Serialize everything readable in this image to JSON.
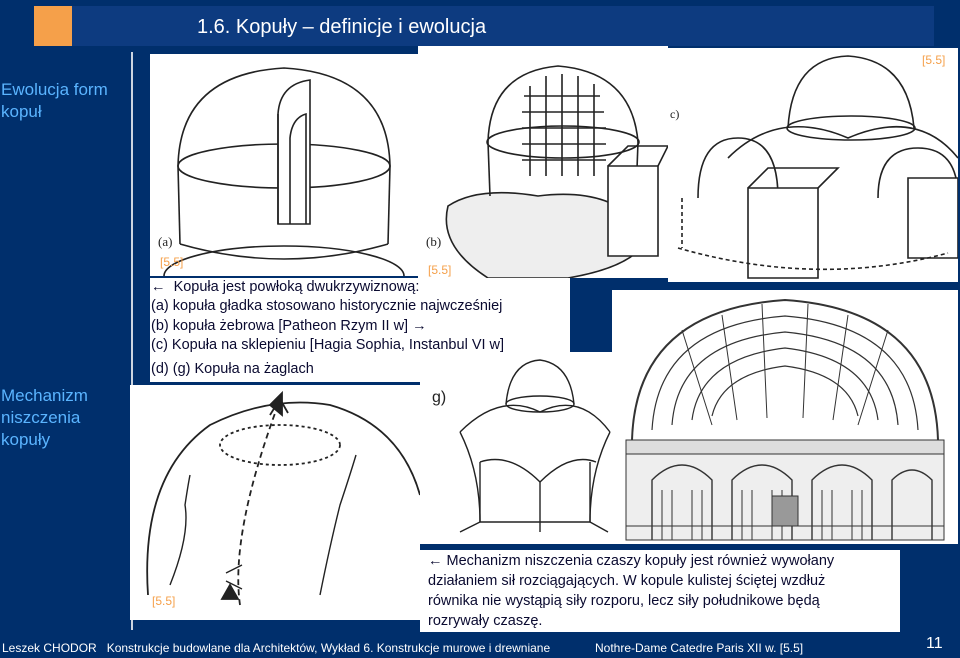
{
  "slide": {
    "title": "1.6. Kopuły – definicje i ewolucja",
    "sidebar": {
      "top_label_line1": "Ewolucja form",
      "top_label_line2": "kopuł",
      "mid_label_line1": "Mechanizm",
      "mid_label_line2": "niszczenia",
      "mid_label_line3": "kopuły"
    },
    "figures": {
      "a_label": "(a)",
      "b_label": "(b)",
      "c_label": "c)",
      "g_label": "g)",
      "ref_a": "[5.5]",
      "ref_b": "[5.5]",
      "ref_c": "[5.5]",
      "ref_crack": "[5.5]"
    },
    "text_block": {
      "line1": "Kopuła jest powłoką dwukrzywiznową:",
      "line2": "(a) kopuła gładka stosowano historycznie najwcześniej",
      "line3": "(b) kopuła żebrowa [Patheon Rzym II w]",
      "line4": "(c) Kopuła na sklepieniu [Hagia Sophia, Instanbul VI w]",
      "line5": "(d) (g) Kopuła na żaglach"
    },
    "bottom_text": {
      "line1": "Mechanizm niszczenia  czaszy kopuły jest również wywołany",
      "line2": "działaniem sił rozciągających. W kopule kulistej ściętej wzdłuż",
      "line3": "równika nie wystąpią siły rozporu, lecz siły południkowe będą",
      "line4": "rozrywały czaszę."
    },
    "footer": {
      "author": "Leszek CHODOR",
      "course": "Konstrukcje budowlane dla Architektów, Wykład 6. Konstrukcje murowe i drewniane",
      "caption": "Nothre-Dame Catedre Paris XII w. [5.5]",
      "page_number": "11"
    },
    "colors": {
      "background": "#002f6c",
      "accent": "#f5a04a",
      "sidebar_text": "#5ab4ff"
    }
  }
}
